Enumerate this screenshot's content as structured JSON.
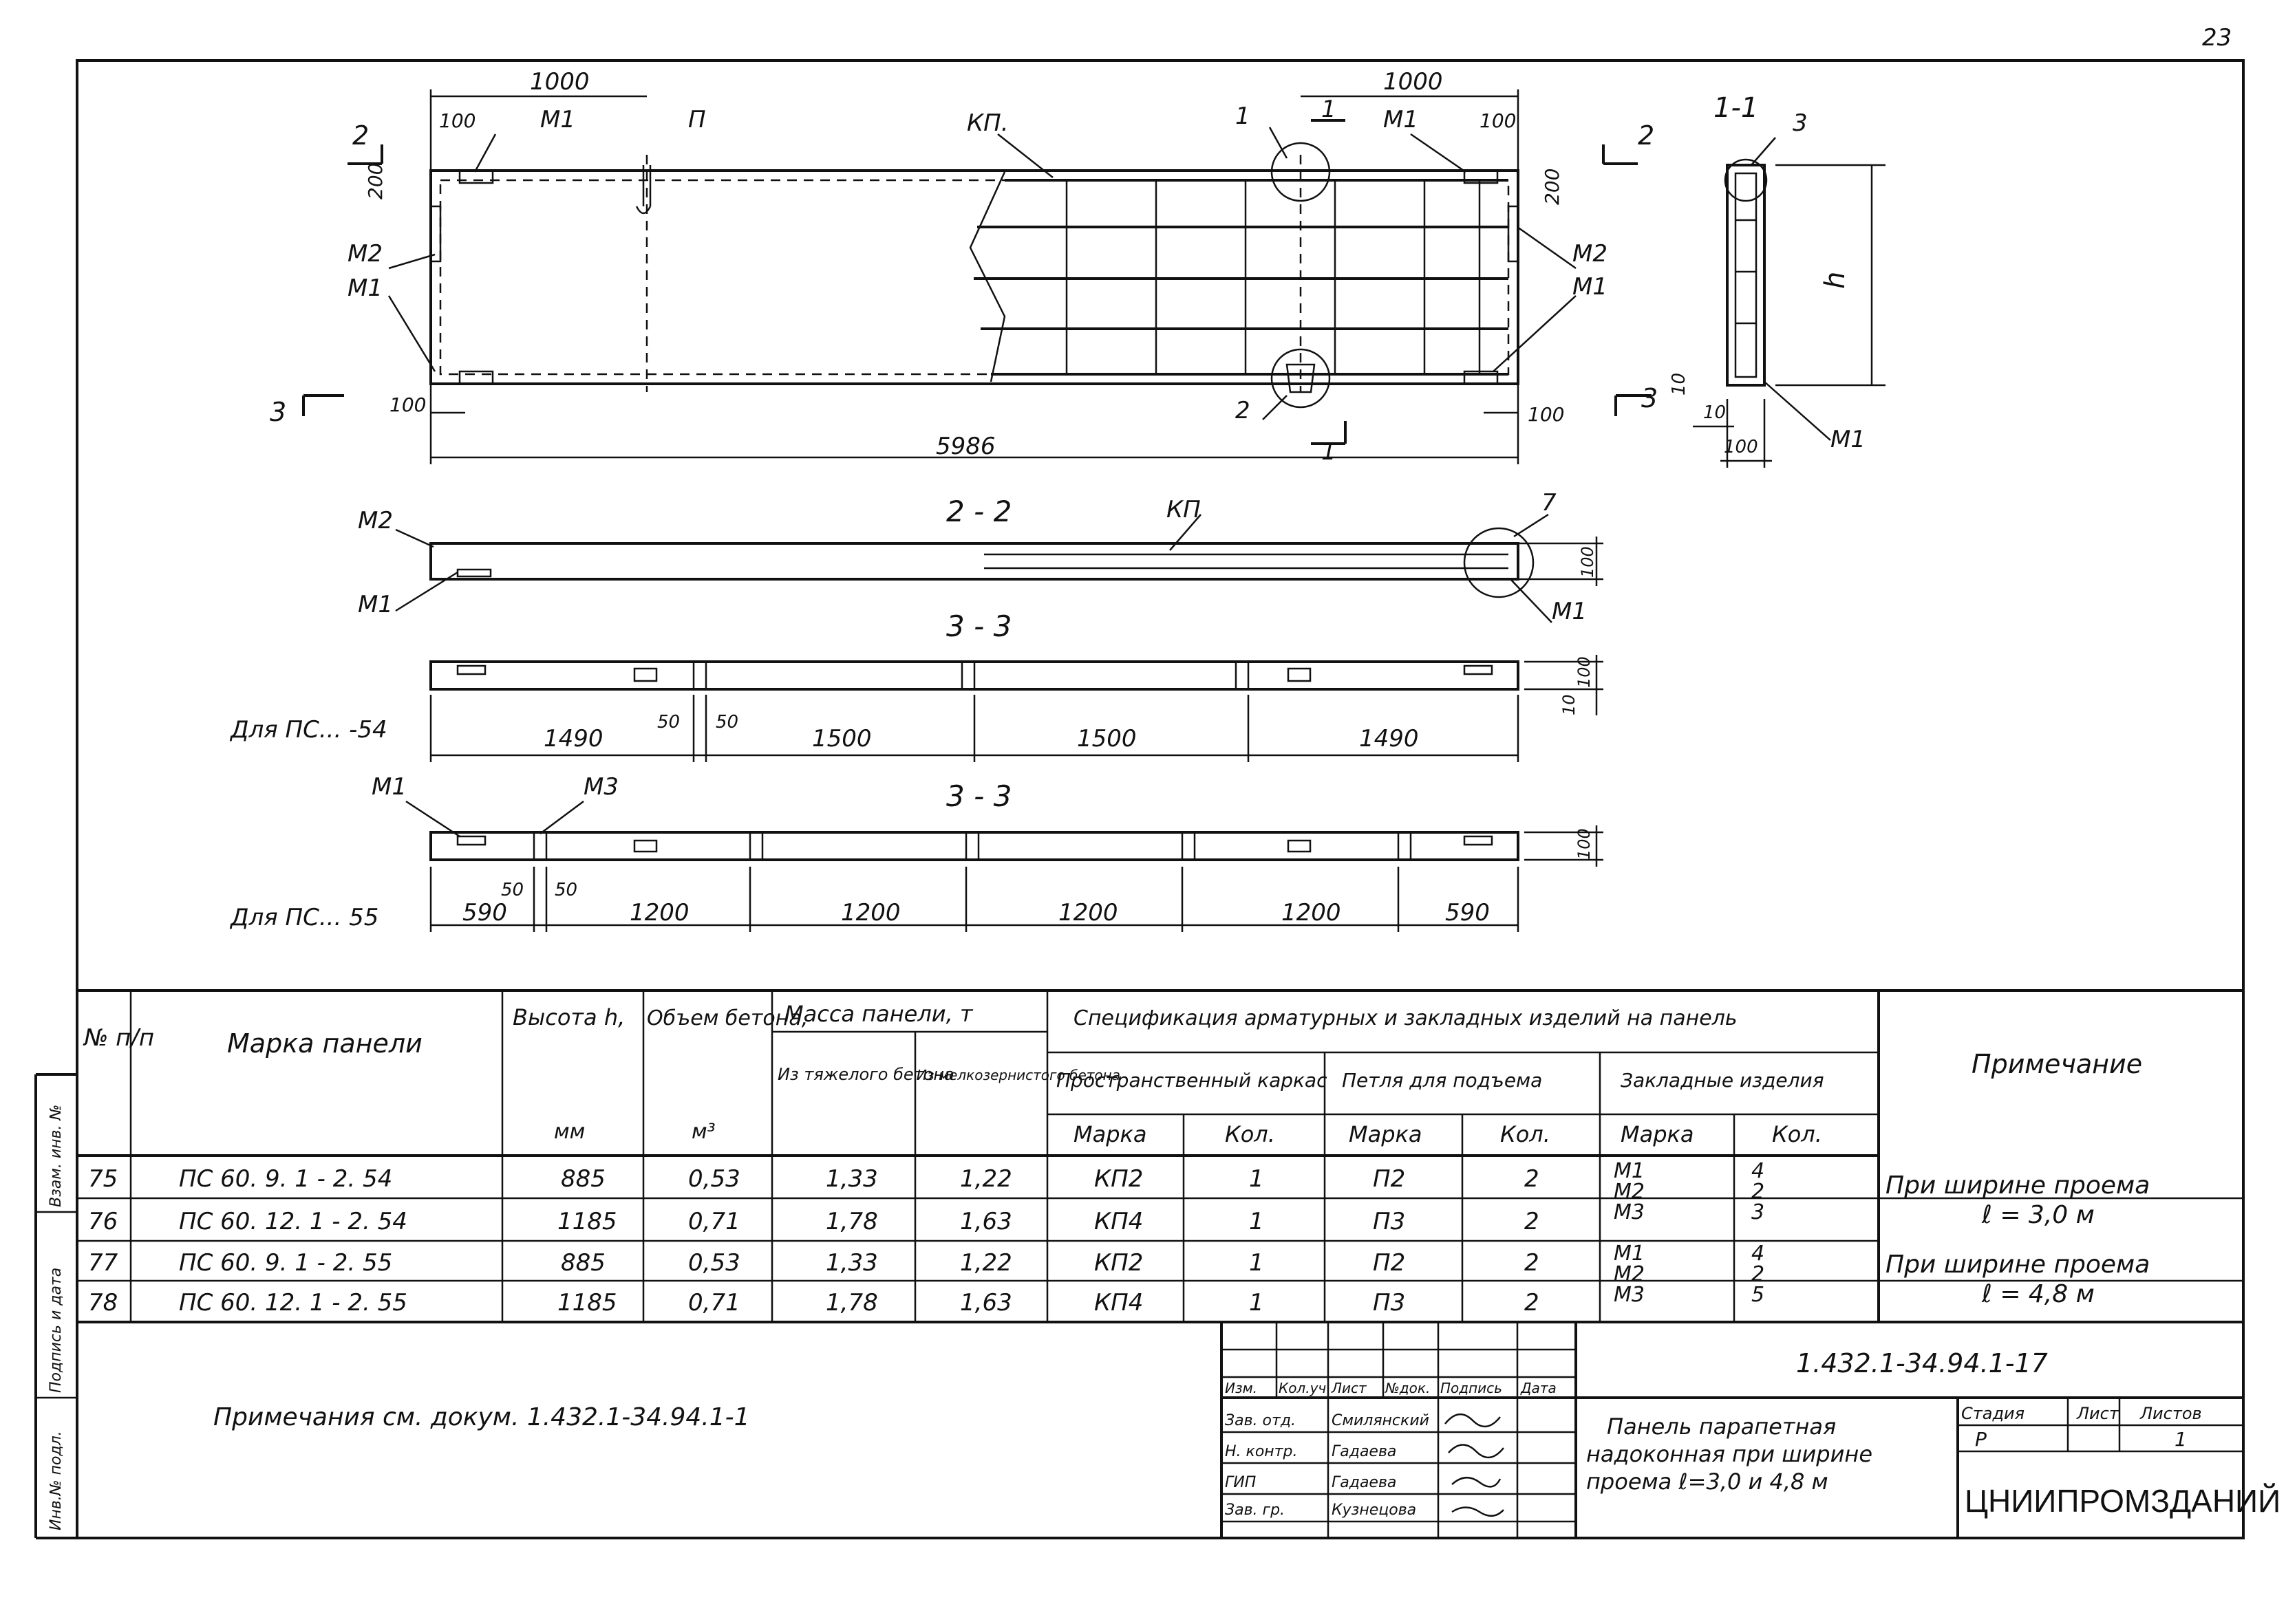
{
  "page_number": "23",
  "drawing": {
    "dim_1000_left": "1000",
    "dim_1000_right": "1000",
    "dim_100": "100",
    "dim_200": "200",
    "dim_total": "5986",
    "label_M1": "M1",
    "label_M2": "M2",
    "label_M3": "M3",
    "label_P": "П",
    "label_KP": "КП.",
    "label_KP_plain": "КП",
    "label_h": "h",
    "section_1_1": "1-1",
    "section_2_2": "2 - 2",
    "section_3_3": "3 - 3",
    "cut_1": "1",
    "cut_2": "2",
    "cut_3": "3",
    "callout_1": "1",
    "callout_2": "2",
    "callout_3": "3",
    "callout_7": "7",
    "dim_10": "10",
    "dim_50": "50",
    "row54_label": "Для ПС... -54",
    "row54_dims": [
      "1490",
      "1500",
      "1500",
      "1490"
    ],
    "row55_label": "Для ПС... 55",
    "row55_dims": [
      "590",
      "1200",
      "1200",
      "1200",
      "1200",
      "590"
    ]
  },
  "spec_table": {
    "headers": {
      "num": "№ п/п",
      "mark": "Марка панели",
      "height": "Высота h,",
      "height_unit": "мм",
      "volume": "Объем бетона,",
      "volume_unit": "м³",
      "mass": "Масса панели, т",
      "mass_heavy": "Из тяжелого бетона",
      "mass_fine": "Из мелкозернистого бетона",
      "spec": "Спецификация арматурных и закладных изделий на панель",
      "frame": "Пространственный каркас",
      "loop": "Петля для подъема",
      "embed": "Закладные изделия",
      "sub_mark": "Марка",
      "sub_qty": "Кол.",
      "note": "Примечание"
    },
    "rows": [
      {
        "num": "75",
        "mark": "ПС 60. 9. 1 - 2. 54",
        "h": "885",
        "vol": "0,53",
        "heavy": "1,33",
        "fine": "1,22",
        "frame": "КП2",
        "frame_qty": "1",
        "loop": "П2",
        "loop_qty": "2"
      },
      {
        "num": "76",
        "mark": "ПС 60. 12. 1 - 2. 54",
        "h": "1185",
        "vol": "0,71",
        "heavy": "1,78",
        "fine": "1,63",
        "frame": "КП4",
        "frame_qty": "1",
        "loop": "П3",
        "loop_qty": "2"
      },
      {
        "num": "77",
        "mark": "ПС 60. 9. 1 - 2. 55",
        "h": "885",
        "vol": "0,53",
        "heavy": "1,33",
        "fine": "1,22",
        "frame": "КП2",
        "frame_qty": "1",
        "loop": "П2",
        "loop_qty": "2"
      },
      {
        "num": "78",
        "mark": "ПС 60. 12. 1 - 2. 55",
        "h": "1185",
        "vol": "0,71",
        "heavy": "1,78",
        "fine": "1,63",
        "frame": "КП4",
        "frame_qty": "1",
        "loop": "П3",
        "loop_qty": "2"
      }
    ],
    "embed_groups": [
      {
        "marks": [
          "М1",
          "М2",
          "М3"
        ],
        "qtys": [
          "4",
          "2",
          "3"
        ],
        "note": [
          "При ширине проема",
          "ℓ = 3,0 м"
        ]
      },
      {
        "marks": [
          "М1",
          "М2",
          "М3"
        ],
        "qtys": [
          "4",
          "2",
          "5"
        ],
        "note": [
          "При ширине проема",
          "ℓ = 4,8 м"
        ]
      }
    ]
  },
  "footnote": "Примечания см. докум. 1.432.1-34.94.1-1",
  "side_stamp": [
    "Инв.№ подл.",
    "Подпись и дата",
    "Взам. инв. №"
  ],
  "title_block": {
    "doc_code": "1.432.1-34.94.1-17",
    "col_heads": [
      "Изм.",
      "Кол.уч",
      "Лист",
      "№док.",
      "Подпись",
      "Дата"
    ],
    "roles": [
      {
        "role": "Зав. отд.",
        "name": "Смилянский"
      },
      {
        "role": "Н. контр.",
        "name": "Гадаева"
      },
      {
        "role": "ГИП",
        "name": "Гадаева"
      },
      {
        "role": "Зав. гр.",
        "name": "Кузнецова"
      }
    ],
    "title_lines": [
      "Панель парапетная",
      "надоконная при ширине",
      "проема ℓ=3,0 и 4,8 м"
    ],
    "stage_head": "Стадия",
    "sheet_head": "Лист",
    "sheets_head": "Листов",
    "stage": "Р",
    "sheets": "1",
    "org": "ЦНИИПРОМЗДАНИЙ"
  }
}
